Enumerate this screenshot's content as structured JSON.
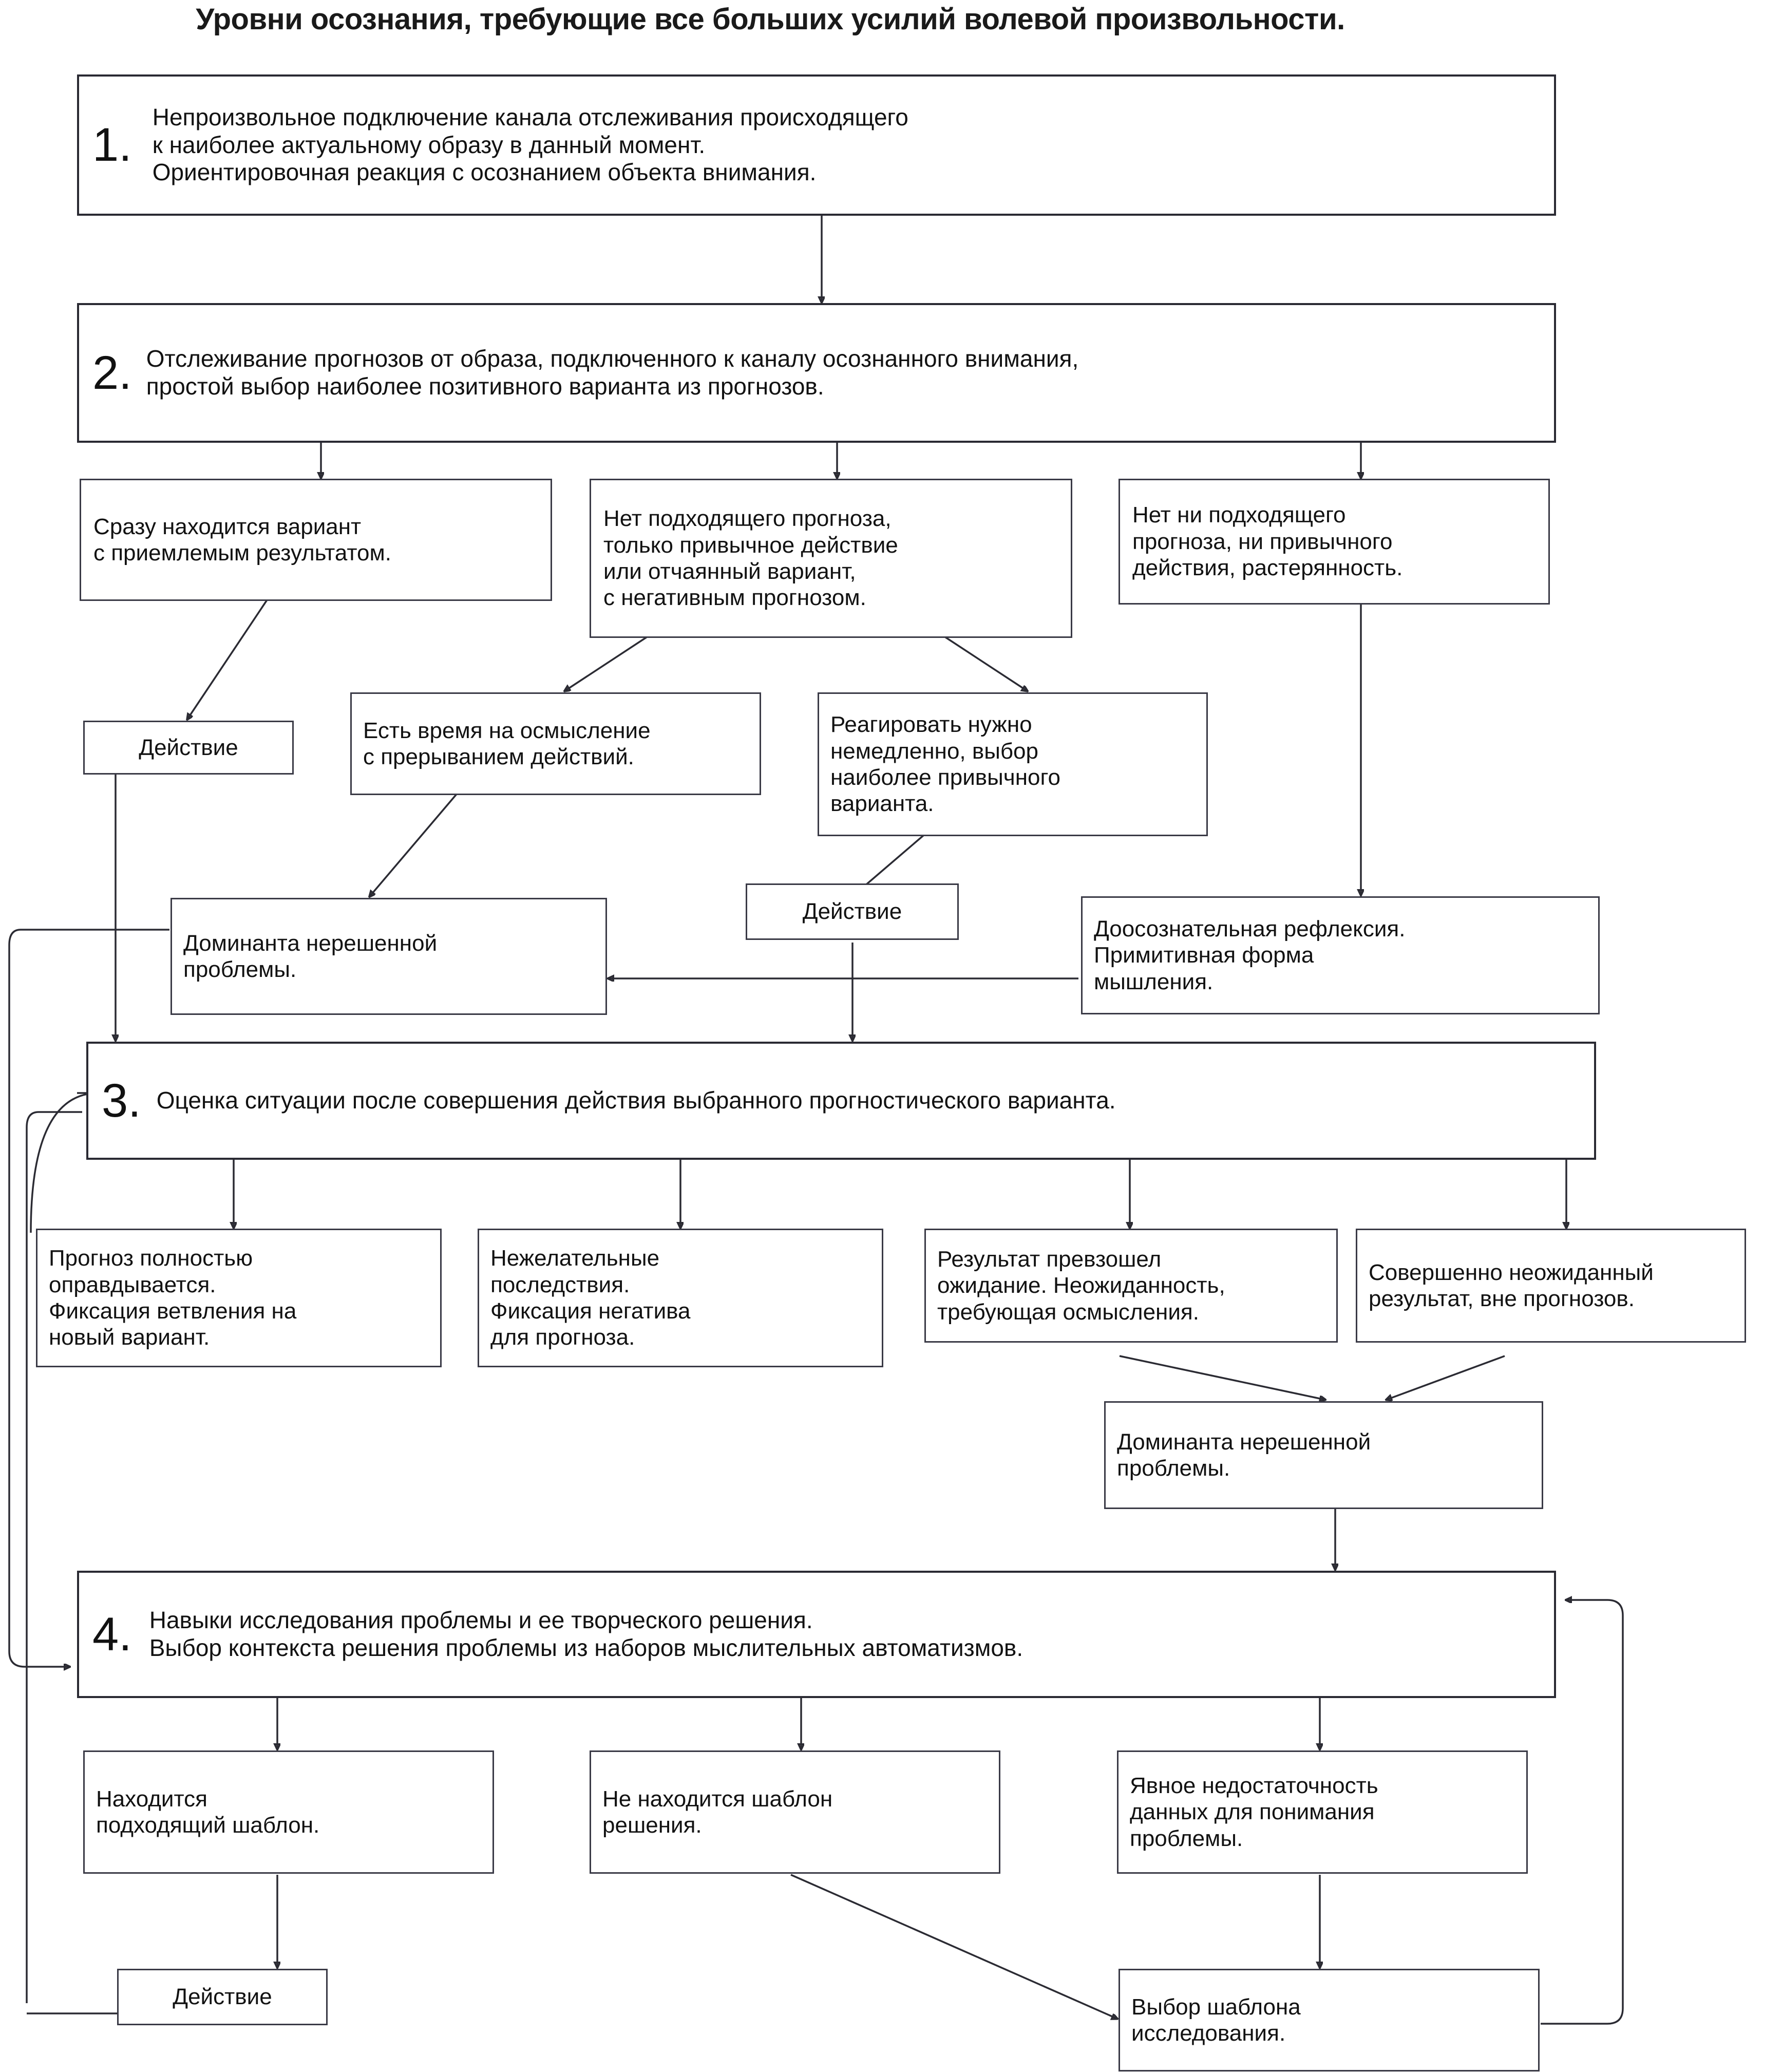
{
  "title": "Уровни осознания, требующие все больших усилий волевой произвольности.",
  "levels": [
    {
      "number": "1.",
      "text": "Непроизвольное подключение канала отслеживания происходящего\n к наиболее актуальному образу в данный момент.\nОриентировочная реакция с осознанием объекта внимания."
    },
    {
      "number": "2.",
      "text": "Отслеживание прогнозов от образа, подключенного к каналу осознанного внимания,\nпростой выбор наиболее позитивного варианта из прогнозов."
    },
    {
      "number": "3.",
      "text": "Оценка ситуации после совершения действия выбранного прогностического варианта."
    },
    {
      "number": "4.",
      "text": "Навыки исследования проблемы и ее творческого решения.\nВыбор контекста решения проблемы из наборов мыслительных автоматизмов."
    }
  ],
  "nodes": {
    "n2a": "Сразу находится вариант\nс приемлемым результатом.",
    "n2b": "Нет подходящего прогноза,\nтолько привычное действие\nили отчаянный вариант,\nс негативным прогнозом.",
    "n2c": "Нет ни подходящего\nпрогноза, ни привычного\nдействия, растерянность.",
    "action1": "Действие",
    "n3a": "Есть время на осмысление\nс прерыванием действий.",
    "n3b": "Реагировать нужно\nнемедленно, выбор\nнаиболее привычного\nварианта.",
    "dominanta1": "Доминанта нерешенной\nпроблемы.",
    "action2": "Действие",
    "reflexia": "Доосознательная рефлексия.\nПримитивная форма\nмышления.",
    "n4a": "Прогноз полностью\nоправдывается.\nФиксация ветвления на\nновый вариант.",
    "n4b": "Нежелательные\nпоследствия.\nФиксация негатива\nдля прогноза.",
    "n4c": "Результат превзошел\nожидание. Неожиданность,\nтребующая осмысления.",
    "n4d": "Совершенно неожиданный\nрезультат, вне прогнозов.",
    "dominanta2": "Доминанта нерешенной\nпроблемы.",
    "n5a": "Находится\nподходящий шаблон.",
    "n5b": "Не находится шаблон\nрешения.",
    "n5c": "Явное недостаточность\nданных для понимания\nпроблемы.",
    "action3": "Действие",
    "vybor": "Выбор шаблона\nисследования."
  },
  "colors": {
    "border": "#3a3a46",
    "text": "#121212",
    "background": "#ffffff",
    "wire": "#2b2b33"
  }
}
